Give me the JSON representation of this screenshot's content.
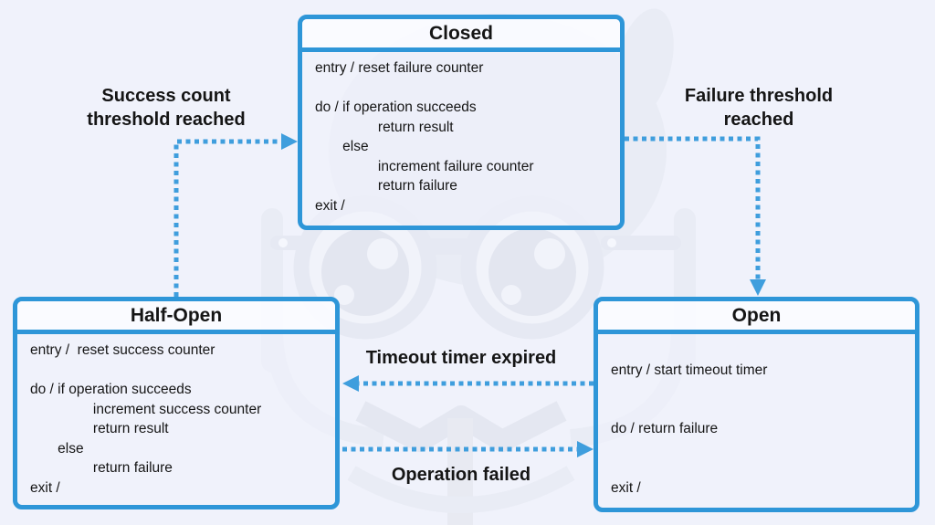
{
  "colors": {
    "background": "#f0f2fb",
    "box_border_blue": "#2e96d8",
    "arrow_blue": "#3f9edd",
    "title_bar_bg": "#fafbff",
    "body_bg": "#eef0fa",
    "text": "#151515",
    "watermark": "#e7eaf3"
  },
  "diagram": {
    "type": "state-machine",
    "states": [
      {
        "title": "Closed",
        "lines": [
          "entry / reset failure counter",
          "",
          "do / if operation succeeds",
          "                return result",
          "       else",
          "                increment failure counter",
          "                return failure",
          "exit /"
        ]
      },
      {
        "title": "Half-Open",
        "lines": [
          "entry /  reset success counter",
          "",
          "do / if operation succeeds",
          "                increment success counter",
          "                return result",
          "       else",
          "                return failure",
          "exit /"
        ]
      },
      {
        "title": "Open",
        "lines": [
          "",
          "entry / start timeout timer",
          "",
          "",
          "do / return failure",
          "",
          "",
          "exit /"
        ]
      }
    ],
    "transitions": [
      {
        "label": "Success count threshold reached",
        "from": "Half-Open",
        "to": "Closed"
      },
      {
        "label": "Failure threshold reached",
        "from": "Closed",
        "to": "Open"
      },
      {
        "label": "Timeout timer expired",
        "from": "Open",
        "to": "Half-Open"
      },
      {
        "label": "Operation failed",
        "from": "Half-Open",
        "to": "Open"
      }
    ]
  }
}
